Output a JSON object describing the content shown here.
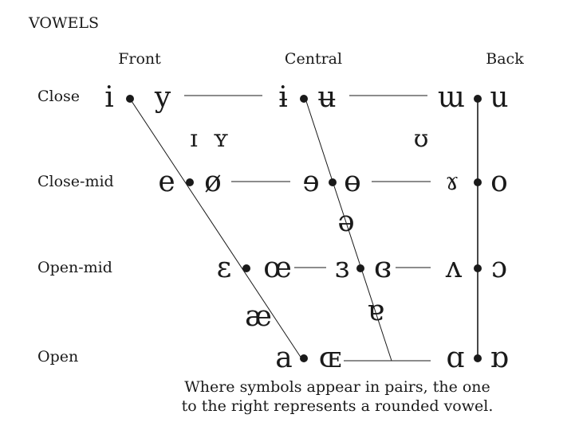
{
  "title": "VOWELS",
  "columns": {
    "front": "Front",
    "central": "Central",
    "back": "Back"
  },
  "rows": {
    "close": "Close",
    "close_mid": "Close-mid",
    "open_mid": "Open-mid",
    "open": "Open"
  },
  "vowels": {
    "close_front_unrounded": "i",
    "close_front_rounded": "y",
    "close_central_unrounded": "ɨ",
    "close_central_rounded": "ʉ",
    "close_back_unrounded": "ɯ",
    "close_back_rounded": "u",
    "near_close_front_unrounded": "ɪ",
    "near_close_front_rounded": "ʏ",
    "near_close_back_rounded": "ʊ",
    "close_mid_front_unrounded": "e",
    "close_mid_front_rounded": "ø",
    "close_mid_central_unrounded": "ɘ",
    "close_mid_central_rounded": "ɵ",
    "close_mid_back_unrounded": "ɤ",
    "close_mid_back_rounded": "o",
    "mid_central": "ə",
    "open_mid_front_unrounded": "ɛ",
    "open_mid_front_rounded": "œ",
    "open_mid_central_unrounded": "ɜ",
    "open_mid_central_rounded": "ɞ",
    "open_mid_back_unrounded": "ʌ",
    "open_mid_back_rounded": "ɔ",
    "near_open_front_unrounded": "æ",
    "near_open_central": "ɐ",
    "open_front_unrounded": "a",
    "open_front_rounded": "ɶ",
    "open_back_unrounded": "ɑ",
    "open_back_rounded": "ɒ"
  },
  "note": {
    "line1": "Where symbols appear in pairs, the one",
    "line2": "to the right represents a rounded vowel."
  }
}
